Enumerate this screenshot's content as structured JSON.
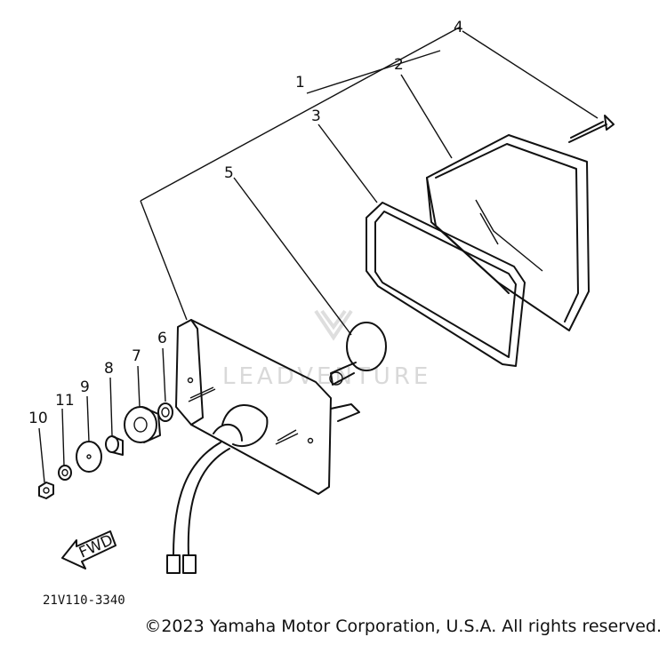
{
  "diagram": {
    "callouts": {
      "c1": "1",
      "c2": "2",
      "c3": "3",
      "c4": "4",
      "c5": "5",
      "c6": "6",
      "c7": "7",
      "c8": "8",
      "c9": "9",
      "c10": "10",
      "c11": "11"
    },
    "fwd_label": "FWD",
    "part_number": "21V110-3340",
    "watermark": "LEADVENTURE",
    "copyright": "©2023 Yamaha Motor Corporation, U.S.A. All rights reserved."
  }
}
